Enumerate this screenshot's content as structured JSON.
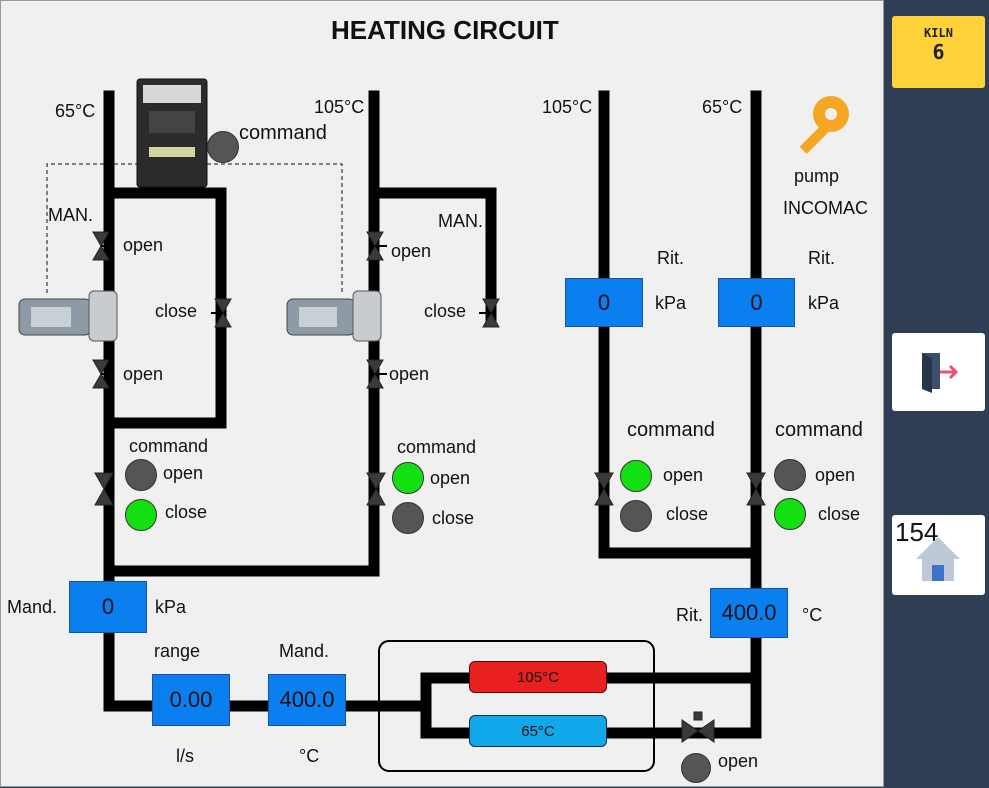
{
  "title": "HEATING CIRCUIT",
  "temps": {
    "t1": "65°C",
    "t2": "105°C",
    "t3": "105°C",
    "t4": "65°C"
  },
  "labels": {
    "command": "command",
    "open": "open",
    "close": "close",
    "man": "MAN.",
    "rit": "Rit.",
    "mand": "Mand.",
    "range": "range",
    "kpa": "kPa",
    "degc": "°C",
    "ls": "l/s",
    "pump": "pump",
    "incomac": "INCOMAC"
  },
  "values": {
    "rit_press_1": "0",
    "rit_press_2": "0",
    "mand_press": "0",
    "rit_temp": "400.0",
    "range_flow": "0.00",
    "mand_temp": "400.0",
    "hx_hot": "105°C",
    "hx_cold": "65°C"
  },
  "indicators": {
    "pump1_command": "off",
    "valve1_open": "off",
    "valve1_close": "on",
    "valve2_open": "on",
    "valve2_close": "off",
    "valve3_open": "on",
    "valve3_close": "off",
    "valve4_open": "off",
    "valve4_close": "on",
    "bottom_open": "off"
  },
  "sidebar": {
    "badge_label": "KILN",
    "badge_value": "6",
    "exit_icon": "exit-door-icon",
    "home_count": "154",
    "home_icon": "home-icon"
  },
  "colors": {
    "panel_bg": "#f0f0f0",
    "sidebar_bg": "#2f3d55",
    "value_box": "#0a7ff0",
    "led_on": "#13e010",
    "led_off": "#555555",
    "hot": "#e82020",
    "cold": "#10a8e8",
    "badge": "#ffd23a",
    "key_icon": "#f5a623"
  }
}
